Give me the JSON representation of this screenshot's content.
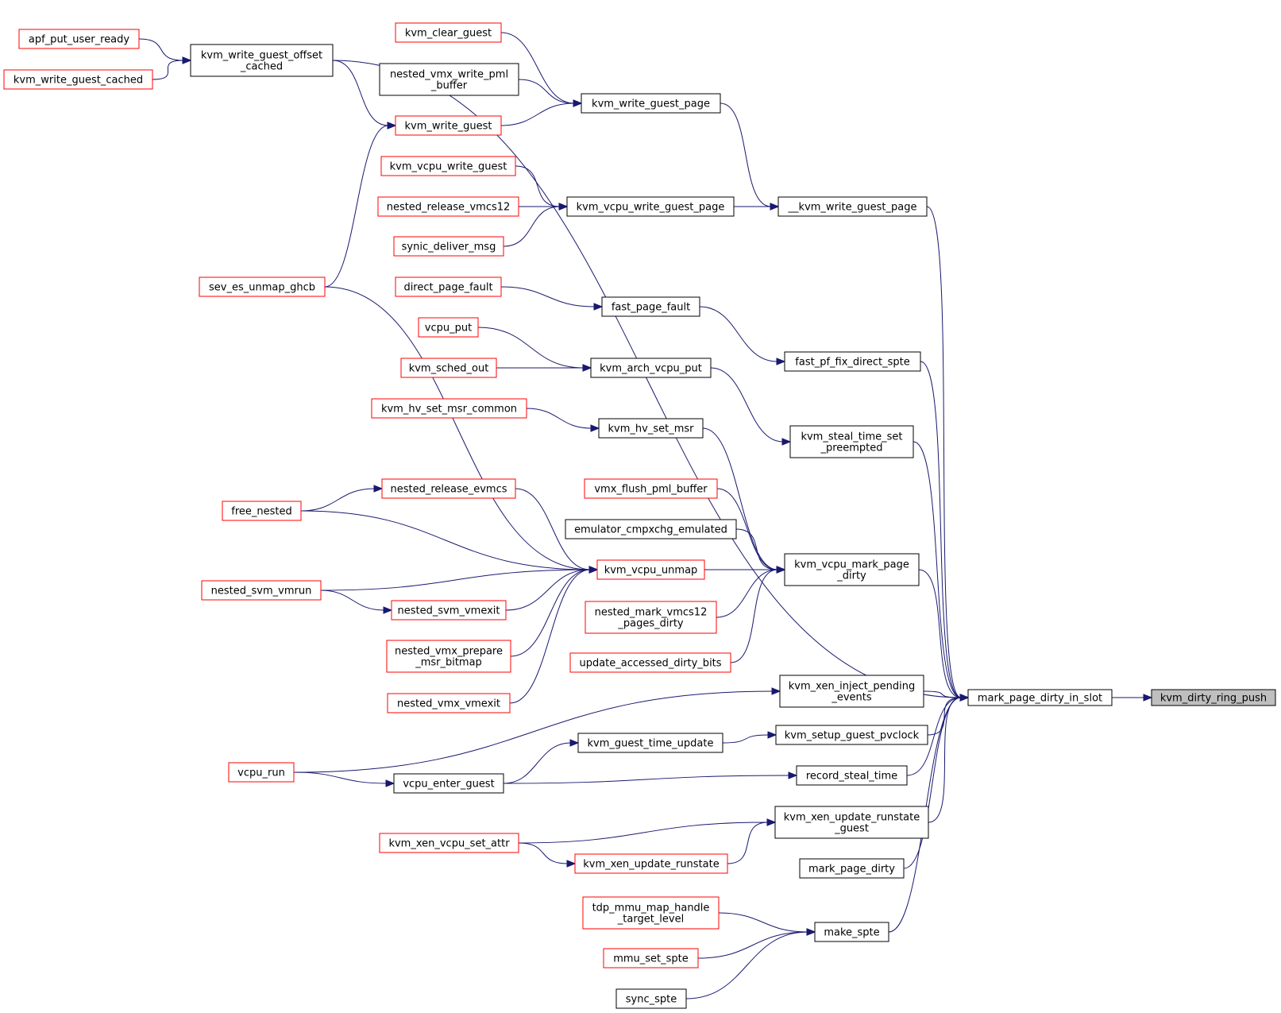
{
  "nodes": {
    "kvm_dirty_ring_push": {
      "lines": [
        "kvm_dirty_ring_push"
      ],
      "kind": "root"
    },
    "mark_page_dirty_in_slot": {
      "lines": [
        "mark_page_dirty_in_slot"
      ],
      "kind": "black"
    },
    "__kvm_write_guest_page": {
      "lines": [
        "__kvm_write_guest_page"
      ],
      "kind": "black"
    },
    "fast_pf_fix_direct_spte": {
      "lines": [
        "fast_pf_fix_direct_spte"
      ],
      "kind": "black"
    },
    "kvm_steal_time_set_preempted": {
      "lines": [
        "kvm_steal_time_set",
        "_preempted"
      ],
      "kind": "black"
    },
    "kvm_vcpu_mark_page_dirty": {
      "lines": [
        "kvm_vcpu_mark_page",
        "_dirty"
      ],
      "kind": "black"
    },
    "kvm_xen_inject_pending_events": {
      "lines": [
        "kvm_xen_inject_pending",
        "_events"
      ],
      "kind": "black"
    },
    "kvm_setup_guest_pvclock": {
      "lines": [
        "kvm_setup_guest_pvclock"
      ],
      "kind": "black"
    },
    "record_steal_time": {
      "lines": [
        "record_steal_time"
      ],
      "kind": "black"
    },
    "kvm_xen_update_runstate_guest": {
      "lines": [
        "kvm_xen_update_runstate",
        "_guest"
      ],
      "kind": "black"
    },
    "mark_page_dirty": {
      "lines": [
        "mark_page_dirty"
      ],
      "kind": "black"
    },
    "make_spte": {
      "lines": [
        "make_spte"
      ],
      "kind": "black"
    },
    "kvm_write_guest_page": {
      "lines": [
        "kvm_write_guest_page"
      ],
      "kind": "black"
    },
    "kvm_vcpu_write_guest_page": {
      "lines": [
        "kvm_vcpu_write_guest_page"
      ],
      "kind": "black"
    },
    "fast_page_fault": {
      "lines": [
        "fast_page_fault"
      ],
      "kind": "black"
    },
    "kvm_arch_vcpu_put": {
      "lines": [
        "kvm_arch_vcpu_put"
      ],
      "kind": "black"
    },
    "kvm_hv_set_msr": {
      "lines": [
        "kvm_hv_set_msr"
      ],
      "kind": "black"
    },
    "vmx_flush_pml_buffer": {
      "lines": [
        "vmx_flush_pml_buffer"
      ],
      "kind": "red"
    },
    "emulator_cmpxchg_emulated": {
      "lines": [
        "emulator_cmpxchg_emulated"
      ],
      "kind": "black"
    },
    "kvm_vcpu_unmap": {
      "lines": [
        "kvm_vcpu_unmap"
      ],
      "kind": "red"
    },
    "nested_mark_vmcs12_pages_dirty": {
      "lines": [
        "nested_mark_vmcs12",
        "_pages_dirty"
      ],
      "kind": "red"
    },
    "update_accessed_dirty_bits": {
      "lines": [
        "update_accessed_dirty_bits"
      ],
      "kind": "red"
    },
    "kvm_guest_time_update": {
      "lines": [
        "kvm_guest_time_update"
      ],
      "kind": "black"
    },
    "vcpu_enter_guest": {
      "lines": [
        "vcpu_enter_guest"
      ],
      "kind": "black"
    },
    "kvm_xen_update_runstate": {
      "lines": [
        "kvm_xen_update_runstate"
      ],
      "kind": "red"
    },
    "tdp_mmu_map_handle_target_level": {
      "lines": [
        "tdp_mmu_map_handle",
        "_target_level"
      ],
      "kind": "red"
    },
    "mmu_set_spte": {
      "lines": [
        "mmu_set_spte"
      ],
      "kind": "red"
    },
    "sync_spte": {
      "lines": [
        "sync_spte"
      ],
      "kind": "black"
    },
    "kvm_clear_guest": {
      "lines": [
        "kvm_clear_guest"
      ],
      "kind": "red"
    },
    "nested_vmx_write_pml_buffer": {
      "lines": [
        "nested_vmx_write_pml",
        "_buffer"
      ],
      "kind": "black"
    },
    "kvm_write_guest": {
      "lines": [
        "kvm_write_guest"
      ],
      "kind": "red"
    },
    "kvm_vcpu_write_guest": {
      "lines": [
        "kvm_vcpu_write_guest"
      ],
      "kind": "red"
    },
    "nested_release_vmcs12": {
      "lines": [
        "nested_release_vmcs12"
      ],
      "kind": "red"
    },
    "synic_deliver_msg": {
      "lines": [
        "synic_deliver_msg"
      ],
      "kind": "red"
    },
    "direct_page_fault": {
      "lines": [
        "direct_page_fault"
      ],
      "kind": "red"
    },
    "vcpu_put": {
      "lines": [
        "vcpu_put"
      ],
      "kind": "red"
    },
    "kvm_sched_out": {
      "lines": [
        "kvm_sched_out"
      ],
      "kind": "red"
    },
    "kvm_hv_set_msr_common": {
      "lines": [
        "kvm_hv_set_msr_common"
      ],
      "kind": "red"
    },
    "nested_release_evmcs": {
      "lines": [
        "nested_release_evmcs"
      ],
      "kind": "red"
    },
    "nested_svm_vmexit": {
      "lines": [
        "nested_svm_vmexit"
      ],
      "kind": "red"
    },
    "nested_vmx_prepare_msr_bitmap": {
      "lines": [
        "nested_vmx_prepare",
        "_msr_bitmap"
      ],
      "kind": "red"
    },
    "nested_vmx_vmexit": {
      "lines": [
        "nested_vmx_vmexit"
      ],
      "kind": "red"
    },
    "kvm_xen_vcpu_set_attr": {
      "lines": [
        "kvm_xen_vcpu_set_attr"
      ],
      "kind": "red"
    },
    "kvm_write_guest_offset_cached": {
      "lines": [
        "kvm_write_guest_offset",
        "_cached"
      ],
      "kind": "black"
    },
    "apf_put_user_ready": {
      "lines": [
        "apf_put_user_ready"
      ],
      "kind": "red"
    },
    "kvm_write_guest_cached": {
      "lines": [
        "kvm_write_guest_cached"
      ],
      "kind": "red"
    },
    "sev_es_unmap_ghcb": {
      "lines": [
        "sev_es_unmap_ghcb"
      ],
      "kind": "red"
    },
    "free_nested": {
      "lines": [
        "free_nested"
      ],
      "kind": "red"
    },
    "nested_svm_vmrun": {
      "lines": [
        "nested_svm_vmrun"
      ],
      "kind": "red"
    },
    "vcpu_run": {
      "lines": [
        "vcpu_run"
      ],
      "kind": "red"
    }
  },
  "edges": [
    [
      "kvm_write_guest_offset_cached",
      "mark_page_dirty_in_slot"
    ],
    [
      "__kvm_write_guest_page",
      "mark_page_dirty_in_slot"
    ],
    [
      "fast_pf_fix_direct_spte",
      "mark_page_dirty_in_slot"
    ],
    [
      "kvm_steal_time_set_preempted",
      "mark_page_dirty_in_slot"
    ],
    [
      "kvm_vcpu_mark_page_dirty",
      "mark_page_dirty_in_slot"
    ],
    [
      "kvm_xen_inject_pending_events",
      "mark_page_dirty_in_slot"
    ],
    [
      "kvm_setup_guest_pvclock",
      "mark_page_dirty_in_slot"
    ],
    [
      "record_steal_time",
      "mark_page_dirty_in_slot"
    ],
    [
      "kvm_xen_update_runstate_guest",
      "mark_page_dirty_in_slot"
    ],
    [
      "mark_page_dirty",
      "mark_page_dirty_in_slot"
    ],
    [
      "make_spte",
      "mark_page_dirty_in_slot"
    ],
    [
      "mark_page_dirty_in_slot",
      "kvm_dirty_ring_push"
    ],
    [
      "kvm_write_guest_page",
      "__kvm_write_guest_page"
    ],
    [
      "kvm_vcpu_write_guest_page",
      "__kvm_write_guest_page"
    ],
    [
      "fast_page_fault",
      "fast_pf_fix_direct_spte"
    ],
    [
      "kvm_arch_vcpu_put",
      "kvm_steal_time_set_preempted"
    ],
    [
      "kvm_hv_set_msr",
      "kvm_vcpu_mark_page_dirty"
    ],
    [
      "vmx_flush_pml_buffer",
      "kvm_vcpu_mark_page_dirty"
    ],
    [
      "emulator_cmpxchg_emulated",
      "kvm_vcpu_mark_page_dirty"
    ],
    [
      "kvm_vcpu_unmap",
      "kvm_vcpu_mark_page_dirty"
    ],
    [
      "nested_mark_vmcs12_pages_dirty",
      "kvm_vcpu_mark_page_dirty"
    ],
    [
      "update_accessed_dirty_bits",
      "kvm_vcpu_mark_page_dirty"
    ],
    [
      "vcpu_run",
      "kvm_xen_inject_pending_events"
    ],
    [
      "kvm_guest_time_update",
      "kvm_setup_guest_pvclock"
    ],
    [
      "vcpu_enter_guest",
      "record_steal_time"
    ],
    [
      "kvm_xen_vcpu_set_attr",
      "kvm_xen_update_runstate_guest"
    ],
    [
      "kvm_xen_update_runstate",
      "kvm_xen_update_runstate_guest"
    ],
    [
      "tdp_mmu_map_handle_target_level",
      "make_spte"
    ],
    [
      "mmu_set_spte",
      "make_spte"
    ],
    [
      "sync_spte",
      "make_spte"
    ],
    [
      "kvm_clear_guest",
      "kvm_write_guest_page"
    ],
    [
      "nested_vmx_write_pml_buffer",
      "kvm_write_guest_page"
    ],
    [
      "kvm_write_guest",
      "kvm_write_guest_page"
    ],
    [
      "kvm_vcpu_write_guest",
      "kvm_vcpu_write_guest_page"
    ],
    [
      "nested_release_vmcs12",
      "kvm_vcpu_write_guest_page"
    ],
    [
      "synic_deliver_msg",
      "kvm_vcpu_write_guest_page"
    ],
    [
      "direct_page_fault",
      "fast_page_fault"
    ],
    [
      "vcpu_put",
      "kvm_arch_vcpu_put"
    ],
    [
      "kvm_sched_out",
      "kvm_arch_vcpu_put"
    ],
    [
      "kvm_hv_set_msr_common",
      "kvm_hv_set_msr"
    ],
    [
      "sev_es_unmap_ghcb",
      "kvm_vcpu_unmap"
    ],
    [
      "nested_release_evmcs",
      "kvm_vcpu_unmap"
    ],
    [
      "free_nested",
      "kvm_vcpu_unmap"
    ],
    [
      "nested_svm_vmrun",
      "kvm_vcpu_unmap"
    ],
    [
      "nested_svm_vmexit",
      "kvm_vcpu_unmap"
    ],
    [
      "nested_vmx_prepare_msr_bitmap",
      "kvm_vcpu_unmap"
    ],
    [
      "nested_vmx_vmexit",
      "kvm_vcpu_unmap"
    ],
    [
      "vcpu_enter_guest",
      "kvm_guest_time_update"
    ],
    [
      "vcpu_run",
      "vcpu_enter_guest"
    ],
    [
      "kvm_xen_vcpu_set_attr",
      "kvm_xen_update_runstate"
    ],
    [
      "kvm_write_guest_offset_cached",
      "kvm_write_guest"
    ],
    [
      "sev_es_unmap_ghcb",
      "kvm_write_guest"
    ],
    [
      "free_nested",
      "nested_release_evmcs"
    ],
    [
      "nested_svm_vmrun",
      "nested_svm_vmexit"
    ],
    [
      "apf_put_user_ready",
      "kvm_write_guest_offset_cached"
    ],
    [
      "kvm_write_guest_cached",
      "kvm_write_guest_offset_cached"
    ]
  ]
}
